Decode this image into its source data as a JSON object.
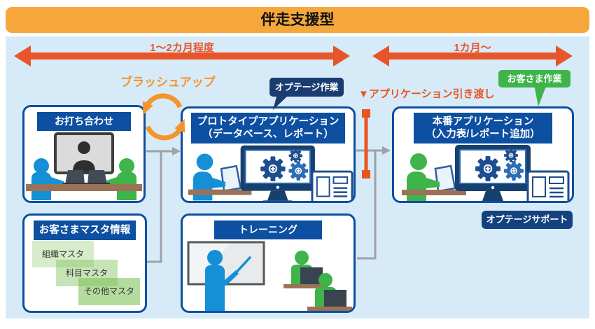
{
  "title": "伴走支援型",
  "timeline": {
    "left_label": "1～2カ月程度",
    "right_label": "1カ月～"
  },
  "annotations": {
    "brushup": "ブラッシュアップ",
    "optage_work": "オプテージ作業",
    "handover": "▼アプリケーション引き渡し",
    "customer_work": "お客さま作業",
    "optage_support": "オプテージサポート"
  },
  "boxes": {
    "meeting": {
      "title": "お打ち合わせ"
    },
    "master": {
      "title": "お客さまマスタ情報",
      "items": [
        "組織マスタ",
        "科目マスタ",
        "その他マスタ"
      ]
    },
    "prototype": {
      "title_line1": "プロトタイプアプリケーション",
      "title_line2": "（データベース、レポート）"
    },
    "training": {
      "title": "トレーニング"
    },
    "production": {
      "title_line1": "本番アプリケーション",
      "title_line2": "（入力表/レポート追加）"
    }
  },
  "colors": {
    "header_orange": "#F6A73C",
    "panel_blue": "#D7EAF8",
    "box_blue": "#0D4FA1",
    "arrow_red_orange": "#E8552A",
    "brushup_orange": "#F2952C",
    "navy_badge": "#1B3C70",
    "support_badge": "#15427E",
    "green_badge": "#3EB44A",
    "connector_gray": "#9EA2A5",
    "person_blue": "#1590D7",
    "person_green": "#3EB44A"
  }
}
